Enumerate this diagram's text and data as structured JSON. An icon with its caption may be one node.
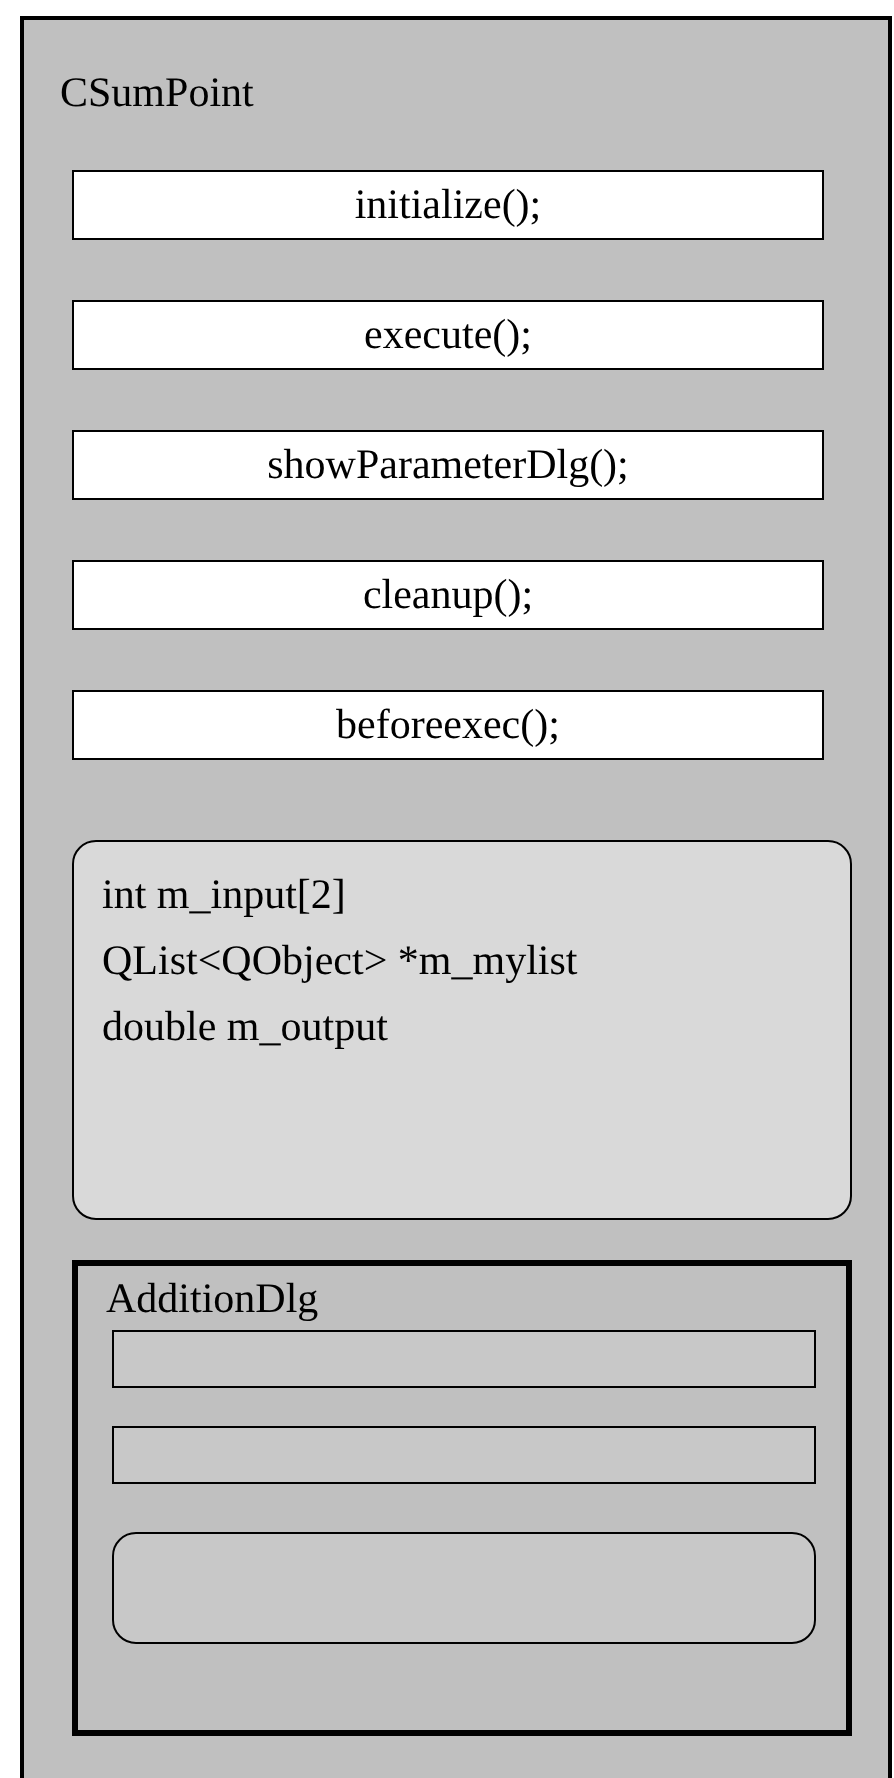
{
  "diagram": {
    "nodes": [
      {
        "text": [
          "CSumPoint"
        ]
      },
      {
        "text": [
          "initialize();"
        ],
        "in": 0
      },
      {
        "text": [
          "execute();"
        ],
        "in": 0
      },
      {
        "text": [
          "showParameterDlg();"
        ],
        "in": 0
      },
      {
        "text": [
          "cleanup();"
        ],
        "in": 0
      },
      {
        "text": [
          "beforeexec();"
        ],
        "in": 0
      },
      {
        "text": [
          "int m_input[2]",
          "QList<QObject> *m_mylist",
          "double m_output"
        ],
        "in": 0
      },
      {
        "text": [
          "AdditionDlg"
        ],
        "in": 0
      },
      {
        "text": [],
        "shape": "box",
        "in": 7
      },
      {
        "text": [],
        "shape": "box",
        "in": 7
      },
      {
        "text": [],
        "shape": "box",
        "in": 7
      }
    ]
  }
}
